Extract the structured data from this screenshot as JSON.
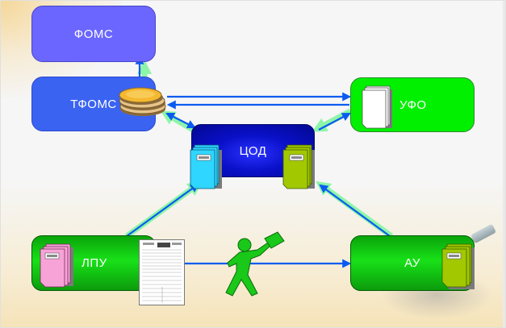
{
  "diagram": {
    "nodes": {
      "foms": {
        "label": "ФОМС",
        "color": "#6a66ff"
      },
      "tfoms": {
        "label": "ТФОМС",
        "color": "#3a63f2"
      },
      "ufo": {
        "label": "УФО",
        "color": "#00f000"
      },
      "cod": {
        "label": "ЦОД",
        "color": "#0a10c8"
      },
      "lpu": {
        "label": "ЛПУ",
        "color": "#18e018"
      },
      "au": {
        "label": "АУ",
        "color": "#18e018"
      }
    },
    "edges": [
      {
        "from": "ТФОМС",
        "to": "ФОМС",
        "direction": "one-way"
      },
      {
        "from": "ТФОМС",
        "to": "УФО",
        "direction": "one-way"
      },
      {
        "from": "УФО",
        "to": "ТФОМС",
        "direction": "one-way"
      },
      {
        "from": "ЦОД",
        "to": "ТФОМС",
        "direction": "two-way"
      },
      {
        "from": "ЦОД",
        "to": "УФО",
        "direction": "two-way"
      },
      {
        "from": "ЛПУ",
        "to": "ЦОД",
        "direction": "one-way"
      },
      {
        "from": "АУ",
        "to": "ЦОД",
        "direction": "one-way"
      },
      {
        "from": "ЛПУ",
        "to": "АУ",
        "direction": "one-way",
        "via": "courier"
      }
    ],
    "icons": {
      "tfoms": "coins-stack-icon",
      "ufo": "white-documents-icon",
      "cod_left": "cyan-documents-icon",
      "cod_right": "olive-documents-icon",
      "lpu": "pink-documents-icon",
      "au": "olive-documents-icon",
      "form": "medical-form-document-icon",
      "courier": "courier-figure-icon"
    },
    "colors": {
      "arrow": "#0a5cf0",
      "arrow_glow": "#8df5a8"
    }
  }
}
